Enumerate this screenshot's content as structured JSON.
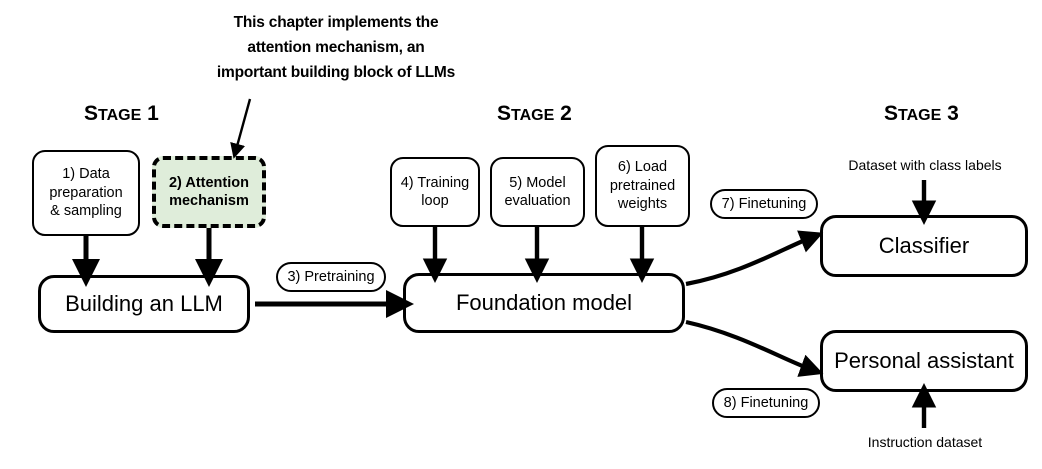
{
  "caption": {
    "lines": [
      "This chapter implements the",
      "attention mechanism, an",
      "important building block of LLMs"
    ]
  },
  "stages": [
    {
      "id": "stage-1",
      "lead": "S",
      "rest": "TAGE",
      "number": "1"
    },
    {
      "id": "stage-2",
      "lead": "S",
      "rest": "TAGE",
      "number": "2"
    },
    {
      "id": "stage-3",
      "lead": "S",
      "rest": "TAGE",
      "number": "3"
    }
  ],
  "stage1": {
    "box_data_prep": {
      "l1": "1) Data",
      "l2": "preparation",
      "l3": "& sampling"
    },
    "box_attention": {
      "l1": "2) Attention",
      "l2": "mechanism",
      "fill": "#dfedda",
      "style": "dashed-highlight"
    },
    "box_building_llm": {
      "label": "Building an LLM"
    }
  },
  "stage2": {
    "pill_pretraining": {
      "label": "3) Pretraining"
    },
    "box_training_loop": {
      "l1": "4) Training",
      "l2": "loop"
    },
    "box_model_eval": {
      "l1": "5) Model",
      "l2": "evaluation"
    },
    "box_load_weights": {
      "l1": "6) Load",
      "l2": "pretrained",
      "l3": "weights"
    },
    "box_foundation_model": {
      "label": "Foundation model"
    }
  },
  "stage3": {
    "pill_finetuning_7": {
      "label": "7) Finetuning"
    },
    "pill_finetuning_8": {
      "label": "8) Finetuning"
    },
    "box_classifier": {
      "label": "Classifier"
    },
    "box_personal_assistant": {
      "label": "Personal assistant"
    },
    "label_class_dataset": {
      "text": "Dataset with class labels"
    },
    "label_instruction_dataset": {
      "text": "Instruction dataset"
    }
  },
  "colors": {
    "stroke": "#000000",
    "background": "#ffffff",
    "highlight_fill": "#dfedda"
  }
}
